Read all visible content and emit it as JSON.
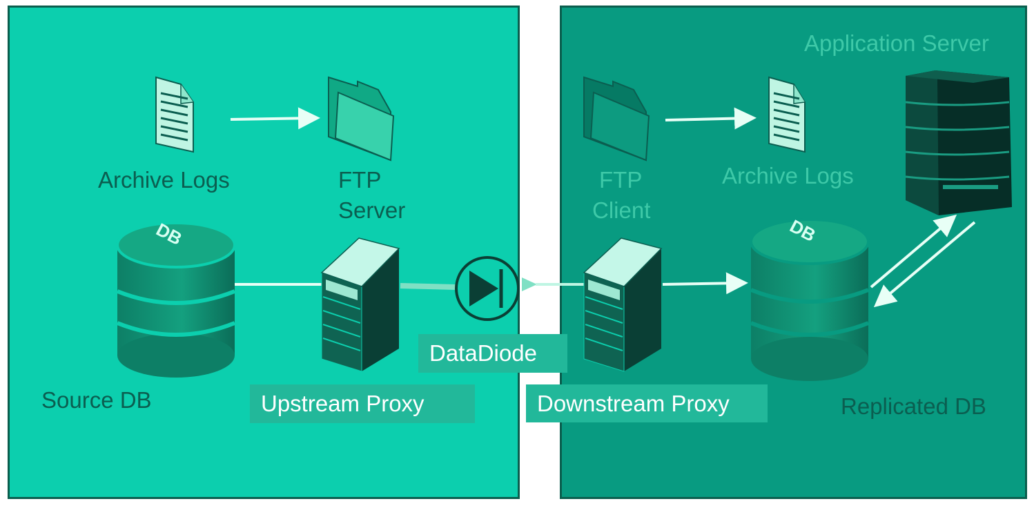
{
  "labels": {
    "archive_logs_left": "Archive Logs",
    "ftp_server_line1": "FTP",
    "ftp_server_line2": "Server",
    "source_db": "Source DB",
    "upstream_proxy": "Upstream Proxy",
    "data_diode": "DataDiode",
    "downstream_proxy": "Downstream Proxy",
    "ftp_client_line1": "FTP",
    "ftp_client_line2": "Client",
    "archive_logs_right": "Archive Logs",
    "application_server": "Application Server",
    "replicated_db": "Replicated DB",
    "db_badge": "DB"
  },
  "colors": {
    "left_panel": "#0ccfae",
    "right_panel": "#089b81",
    "border": "#0b5e4e",
    "tag_bg": "#22b89a"
  }
}
